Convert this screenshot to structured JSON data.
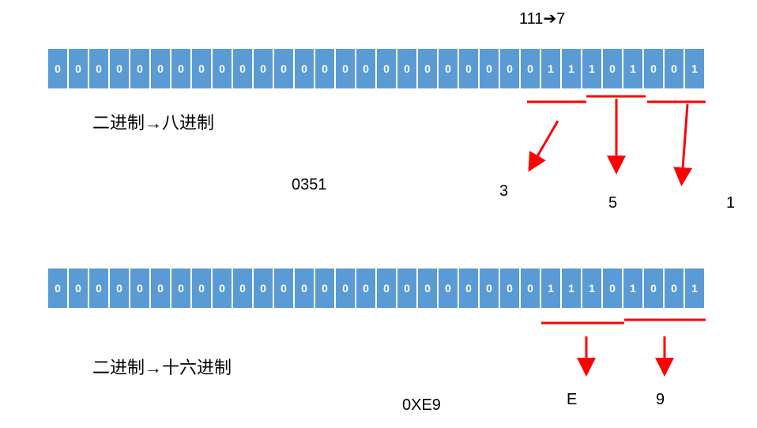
{
  "note_top": "111➔7",
  "octal": {
    "label": "二进制→八进制",
    "bits": [
      "0",
      "0",
      "0",
      "0",
      "0",
      "0",
      "0",
      "0",
      "0",
      "0",
      "0",
      "0",
      "0",
      "0",
      "0",
      "0",
      "0",
      "0",
      "0",
      "0",
      "0",
      "0",
      "0",
      "0",
      "1",
      "1",
      "1",
      "0",
      "1",
      "0",
      "0",
      "1"
    ],
    "digits": [
      "3",
      "5",
      "1"
    ],
    "result": "0351"
  },
  "hex": {
    "label": "二进制→十六进制",
    "bits": [
      "0",
      "0",
      "0",
      "0",
      "0",
      "0",
      "0",
      "0",
      "0",
      "0",
      "0",
      "0",
      "0",
      "0",
      "0",
      "0",
      "0",
      "0",
      "0",
      "0",
      "0",
      "0",
      "0",
      "0",
      "1",
      "1",
      "1",
      "0",
      "1",
      "0",
      "0",
      "1"
    ],
    "digits": [
      "E",
      "9"
    ],
    "result": "0XE9"
  },
  "colors": {
    "bit_fill": "#5b9bd5",
    "bit_text": "#ffffff",
    "marker": "#ff0000"
  }
}
